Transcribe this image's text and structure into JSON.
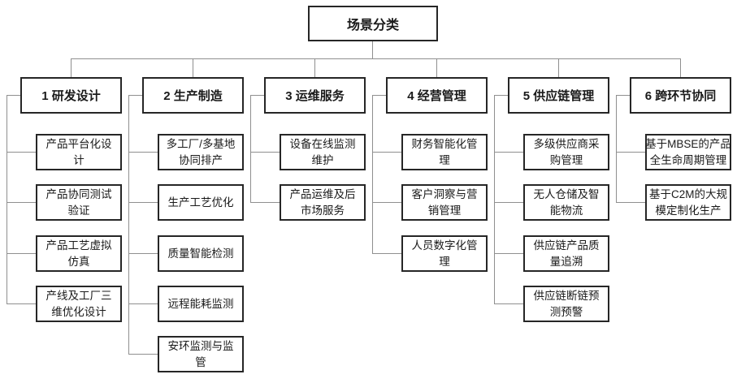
{
  "root": {
    "label": "场景分类"
  },
  "columns": [
    {
      "header": "1 研发设计",
      "children": [
        "产品平台化设\n计",
        "产品协同测试\n验证",
        "产品工艺虚拟\n仿真",
        "产线及工厂三\n维优化设计"
      ]
    },
    {
      "header": "2 生产制造",
      "children": [
        "多工厂/多基地\n协同排产",
        "生产工艺优化",
        "质量智能检测",
        "远程能耗监测",
        "安环监测与监\n管"
      ]
    },
    {
      "header": "3 运维服务",
      "children": [
        "设备在线监测\n维护",
        "产品运维及后\n市场服务"
      ]
    },
    {
      "header": "4 经营管理",
      "children": [
        "财务智能化管\n理",
        "客户洞察与营\n销管理",
        "人员数字化管\n理"
      ]
    },
    {
      "header": "5 供应链管理",
      "children": [
        "多级供应商采\n购管理",
        "无人仓储及智\n能物流",
        "供应链产品质\n量追溯",
        "供应链断链预\n测预警"
      ]
    },
    {
      "header": "6 跨环节协同",
      "children": [
        "基于MBSE的产品\n全生命周期管理",
        "基于C2M的大规\n模定制化生产"
      ]
    }
  ],
  "colors": {
    "background": "#ffffff",
    "box_border": "#262626",
    "connector_line": "#8f8f8f",
    "text": "#1a1a1a"
  }
}
